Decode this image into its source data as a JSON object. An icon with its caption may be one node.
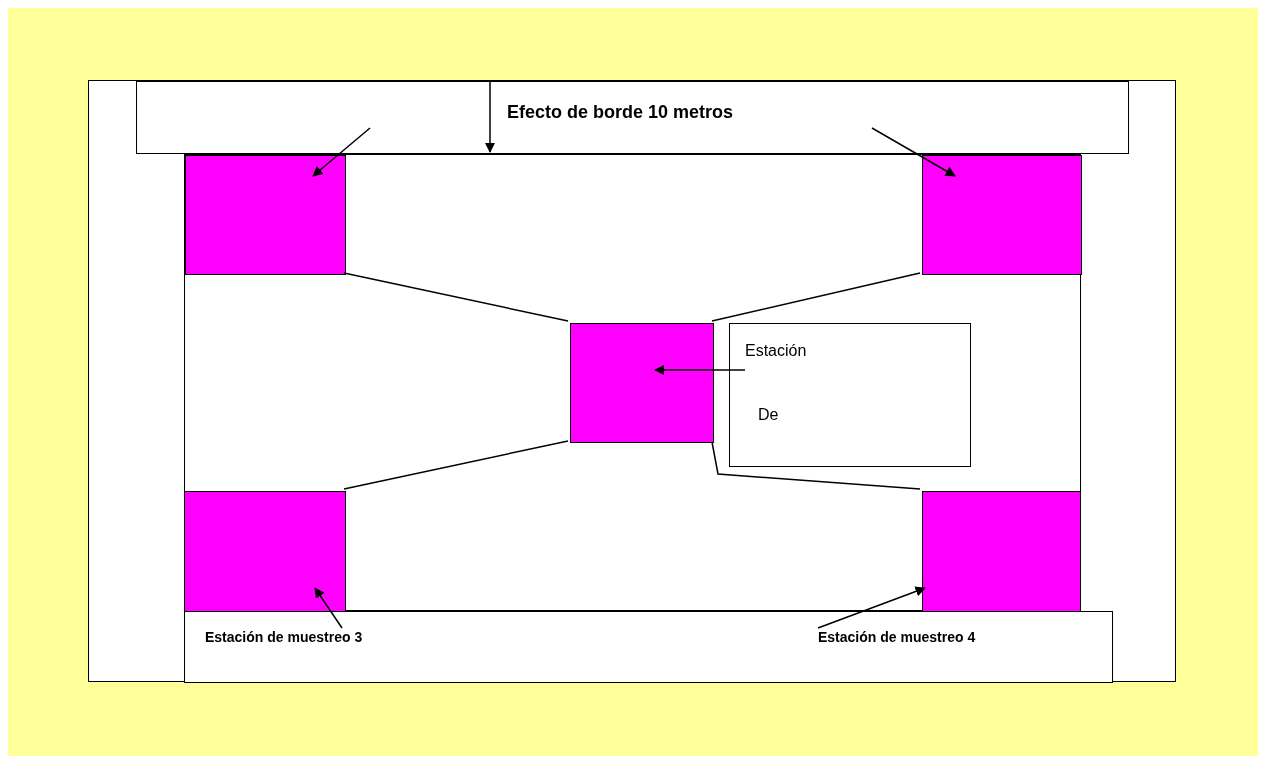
{
  "diagram": {
    "nodes": [
      {
        "text": [],
        "shape": "box"
      },
      {
        "text": [
          "Efecto de borde 10 metros"
        ],
        "in": 0
      },
      {
        "text": [],
        "shape": "box",
        "in": 0
      },
      {
        "text": [],
        "shape": "box",
        "in": 2
      },
      {
        "text": [],
        "shape": "box",
        "in": 2
      },
      {
        "text": [],
        "shape": "box",
        "in": 2
      },
      {
        "text": [
          "Estación",
          "De"
        ],
        "in": 2
      },
      {
        "text": [],
        "shape": "box",
        "in": 2
      },
      {
        "text": [],
        "shape": "box",
        "in": 2
      },
      {
        "text": [
          "Estación de muestreo 3",
          "Estación de muestreo 4"
        ],
        "in": 0
      }
    ],
    "edges": [
      {
        "from": 1,
        "to": 3,
        "arrow": "to"
      },
      {
        "from": 1,
        "to": 2,
        "arrow": "to"
      },
      {
        "from": 1,
        "to": 4,
        "arrow": "to"
      },
      {
        "from": 6,
        "to": 5,
        "arrow": "to"
      },
      {
        "from": 9,
        "to": 7,
        "arrow": "to"
      },
      {
        "from": 9,
        "to": 8,
        "arrow": "to"
      },
      {
        "from": 3,
        "to": 5,
        "arrow": "none"
      },
      {
        "from": 4,
        "to": 5,
        "arrow": "none"
      },
      {
        "from": 7,
        "to": 5,
        "arrow": "none"
      },
      {
        "from": 8,
        "to": 5,
        "arrow": "none"
      }
    ]
  }
}
